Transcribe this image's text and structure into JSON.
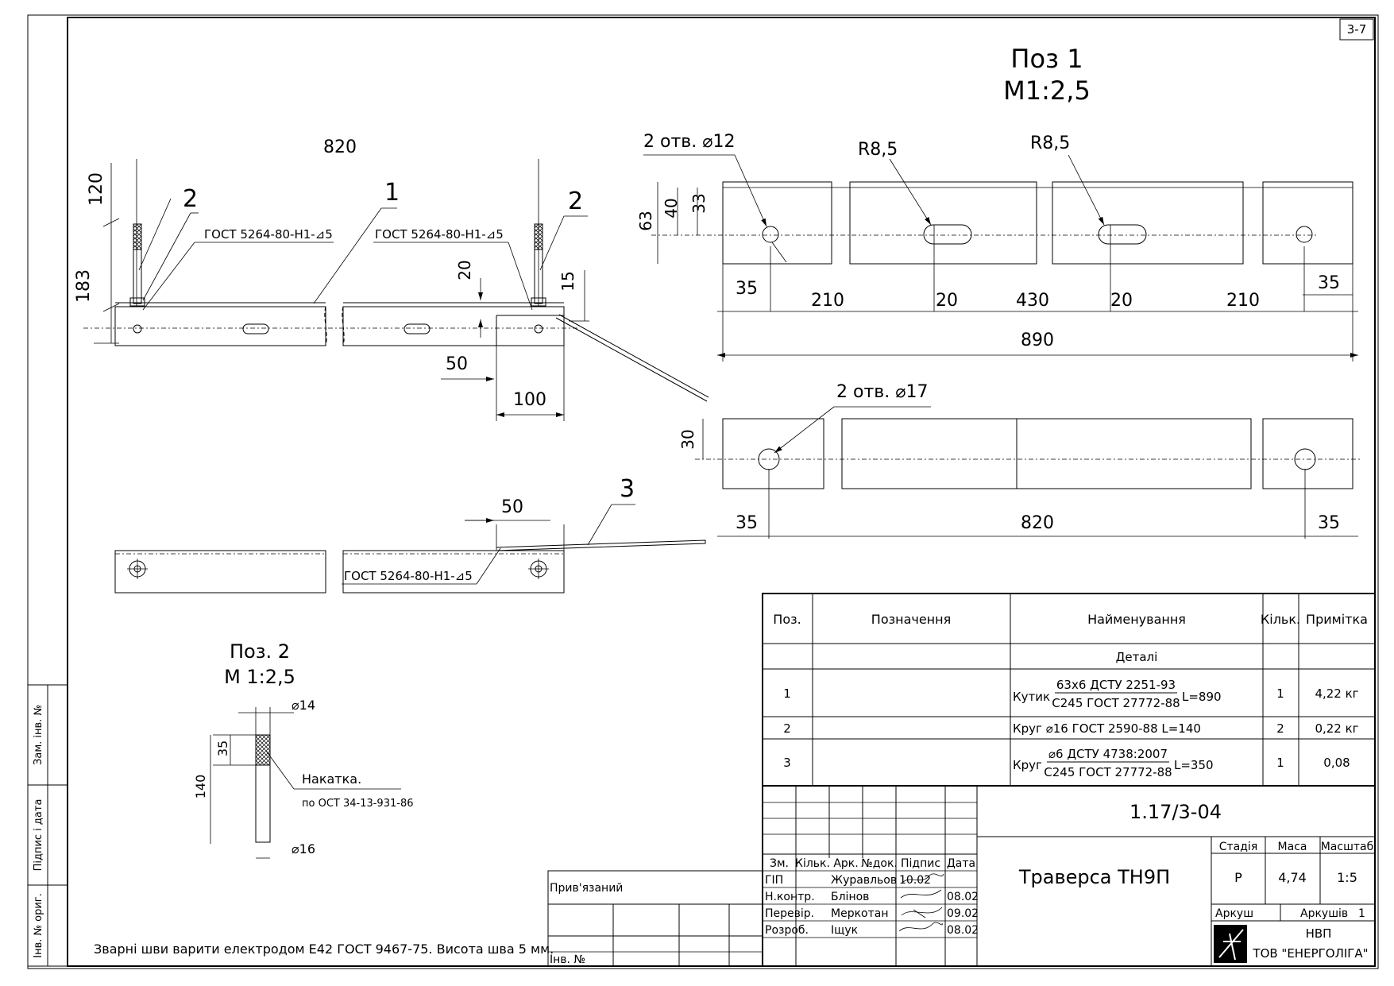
{
  "sheet": {
    "sheet_tag": "3-7",
    "note": "Зварні шви варити електродом Е42 ГОСТ 9467-75. Висота шва 5 мм."
  },
  "side_strips": {
    "zam_inv": "Зам. інв. №",
    "pidpys_data": "Підпис і дата",
    "inv_orig": "Інв. № ориг."
  },
  "assembly": {
    "dim_width": "820",
    "dim_120": "120",
    "dim_183": "183",
    "dim_20": "20",
    "dim_15": "15",
    "dim_50": "50",
    "dim_100": "100",
    "dim_50_bottom": "50",
    "pos1_callout": "1",
    "pos2_left_callout": "2",
    "pos2_right_callout": "2",
    "pos3_callout": "3",
    "weld_left": "ГОСТ 5264-80-Н1-⊿5",
    "weld_right": "ГОСТ 5264-80-Н1-⊿5",
    "weld_bottom": "ГОСТ 5264-80-Н1-⊿5"
  },
  "pos1": {
    "title": "Поз 1",
    "scale": "М1:2,5",
    "holes_label": "2 отв. ⌀12",
    "slot_left": "R8,5",
    "slot_right": "R8,5",
    "dim_63": "63",
    "dim_40": "40",
    "dim_33": "33",
    "dim_35_left": "35",
    "dim_210_left": "210",
    "dim_20_left": "20",
    "dim_430": "430",
    "dim_20_right": "20",
    "dim_210_right": "210",
    "dim_35_right": "35",
    "dim_890": "890"
  },
  "pos1_flange": {
    "holes_label": "2 отв. ⌀17",
    "dim_30": "30",
    "dim_35_left": "35",
    "dim_820": "820",
    "dim_35_right": "35"
  },
  "pos2": {
    "title": "Поз. 2",
    "scale": "М 1:2,5",
    "dia_top": "⌀14",
    "dia_bottom": "⌀16",
    "dim_35": "35",
    "dim_140": "140",
    "knurl": "Накатка.",
    "knurl_std": "по ОСТ 34-13-931-86"
  },
  "spec": {
    "headers": [
      "Поз.",
      "Позначення",
      "Найменування",
      "Кільк.",
      "Примітка"
    ],
    "section": "Деталі",
    "rows": [
      {
        "pos": "1",
        "kind": "Кутик",
        "top": "63x6 ДСТУ 2251-93",
        "bottom": "С245 ГОСТ 27772-88",
        "len": "L=890",
        "qty": "1",
        "note": "4,22 кг"
      },
      {
        "pos": "2",
        "single": "Круг ⌀16 ГОСТ 2590-88 L=140",
        "qty": "2",
        "note": "0,22 кг"
      },
      {
        "pos": "3",
        "kind": "Круг",
        "top": "⌀6 ДСТУ 4738:2007",
        "bottom": "С245 ГОСТ 27772-88",
        "len": "L=350",
        "qty": "1",
        "note": "0,08"
      }
    ]
  },
  "titleblock": {
    "doc_number": "1.17/3-04",
    "title": "Траверса ТН9П",
    "col_headers": [
      "Зм.",
      "Кільк.",
      "Арк.",
      "№док.",
      "Підпис",
      "Дата"
    ],
    "roles": [
      {
        "role": "ГІП",
        "name": "Журавльов",
        "date": "10.02"
      },
      {
        "role": "Н.контр.",
        "name": "Блінов",
        "date": "08.02"
      },
      {
        "role": "Перевір.",
        "name": "Меркотан",
        "date": "09.02"
      },
      {
        "role": "Розроб.",
        "name": "Іщук",
        "date": "08.02"
      }
    ],
    "stage_label": "Стадія",
    "mass_label": "Маса",
    "scale_label": "Масштаб",
    "stage": "Р",
    "mass": "4,74",
    "scale": "1:5",
    "sheet_label": "Аркуш",
    "sheets_label": "Аркушів",
    "sheets": "1",
    "company_line1": "НВП",
    "company_line2": "ТОВ \"ЕНЕРГОЛІГА\"",
    "privyazaniy": "Прив'язаний",
    "inv_no": "Інв. №"
  }
}
